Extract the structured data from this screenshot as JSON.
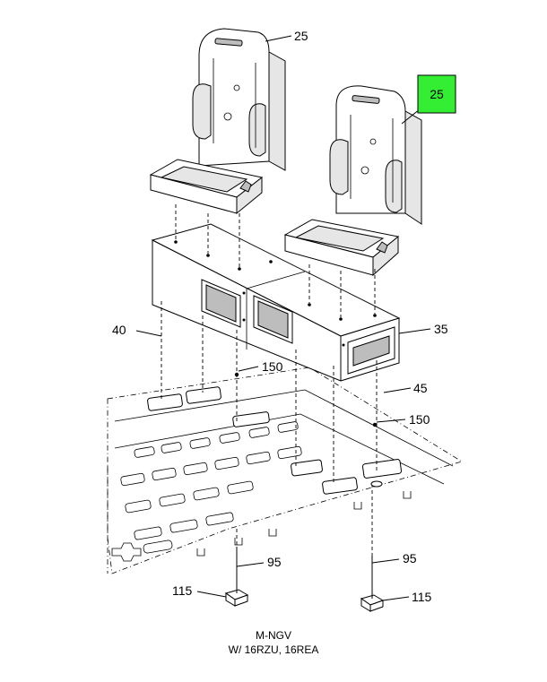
{
  "callouts": {
    "seat_left": "25",
    "seat_right": "25",
    "riser_left": "40",
    "riser_right": "35",
    "fastener_upper": "150",
    "fastener_lower": "150",
    "floor_bolts": "45",
    "stud_left": "95",
    "stud_right": "95",
    "nut_left": "115",
    "nut_right": "115"
  },
  "highlight_color": "#33ee33",
  "caption": {
    "line1": "M-NGV",
    "line2": "W/ 16RZU, 16REA"
  }
}
